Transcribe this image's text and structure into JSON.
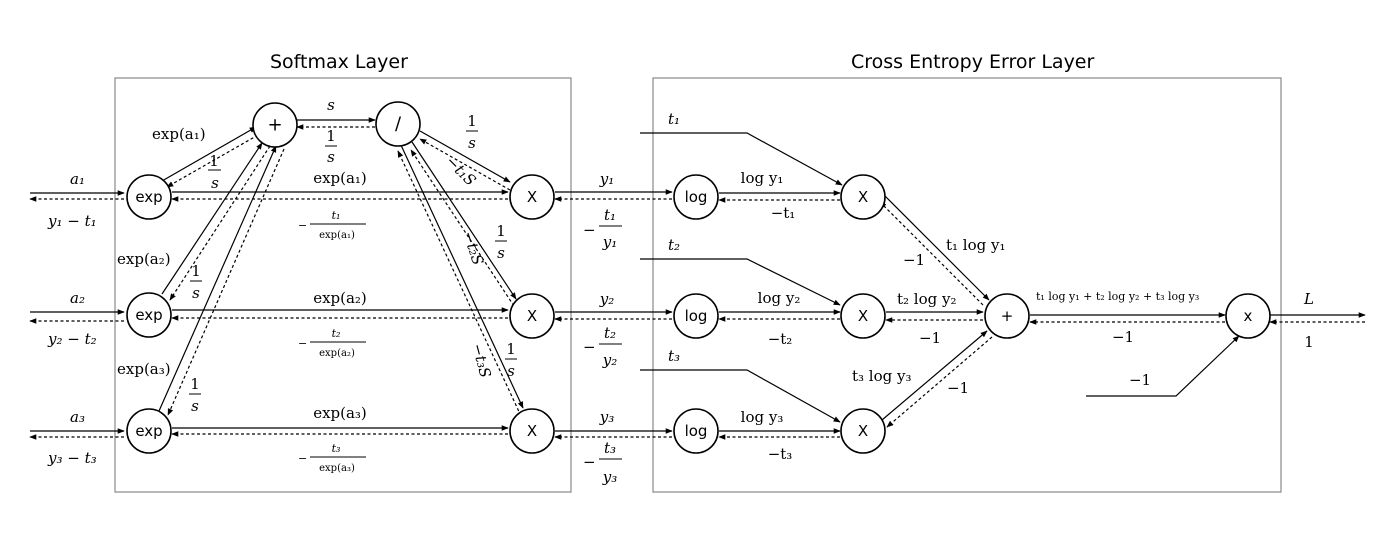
{
  "layers": {
    "softmax": "Softmax Layer",
    "cross_entropy": "Cross Entropy Error Layer"
  },
  "nodes": {
    "plus_top": "+",
    "div": "/",
    "exp": "exp",
    "mul": "X",
    "log": "log",
    "plus_sum": "+",
    "mul_final": "x"
  },
  "inputs": {
    "a1": "a₁",
    "a2": "a₂",
    "a3": "a₃",
    "g1": "y₁  − t₁",
    "g2": "y₂  − t₂",
    "g3": "y₃  − t₃"
  },
  "softmax": {
    "exp_a1_top": "exp(a₁)",
    "exp_a2_left": "exp(a₂)",
    "exp_a3_left": "exp(a₃)",
    "exp_a1_mid": "exp(a₁)",
    "exp_a2_mid": "exp(a₂)",
    "exp_a3_mid": "exp(a₃)",
    "s": "s",
    "one": "1",
    "svar": "s",
    "neg": "−",
    "t1": "t₁",
    "t2": "t₂",
    "t3": "t₃",
    "exp_a1_den": "exp(a₁)",
    "exp_a2_den": "exp(a₂)",
    "exp_a3_den": "exp(a₃)",
    "neg_t1_s": "−t₁S",
    "neg_t2_s": "−t₂S",
    "neg_t3_s": "−t₃S"
  },
  "outputs": {
    "y1": "y₁",
    "y2": "y₂",
    "y3": "y₃",
    "neg": "−",
    "t1": "t₁",
    "t2": "t₂",
    "t3": "t₃"
  },
  "cross_entropy": {
    "t1": "t₁",
    "t2": "t₂",
    "t3": "t₃",
    "log_y1": "log y₁",
    "log_y2": "log y₂",
    "log_y3": "log y₃",
    "neg_t1": "−t₁",
    "neg_t2": "−t₂",
    "neg_t3": "−t₃",
    "t1_log_y1": "t₁ log y₁",
    "t2_log_y2": "t₂ log y₂",
    "t3_log_y3": "t₃ log y₃",
    "neg_one": "−1",
    "sum_expr": "t₁ log y₁ + t₂ log y₂ + t₃ log y₃",
    "L": "L",
    "one": "1"
  }
}
